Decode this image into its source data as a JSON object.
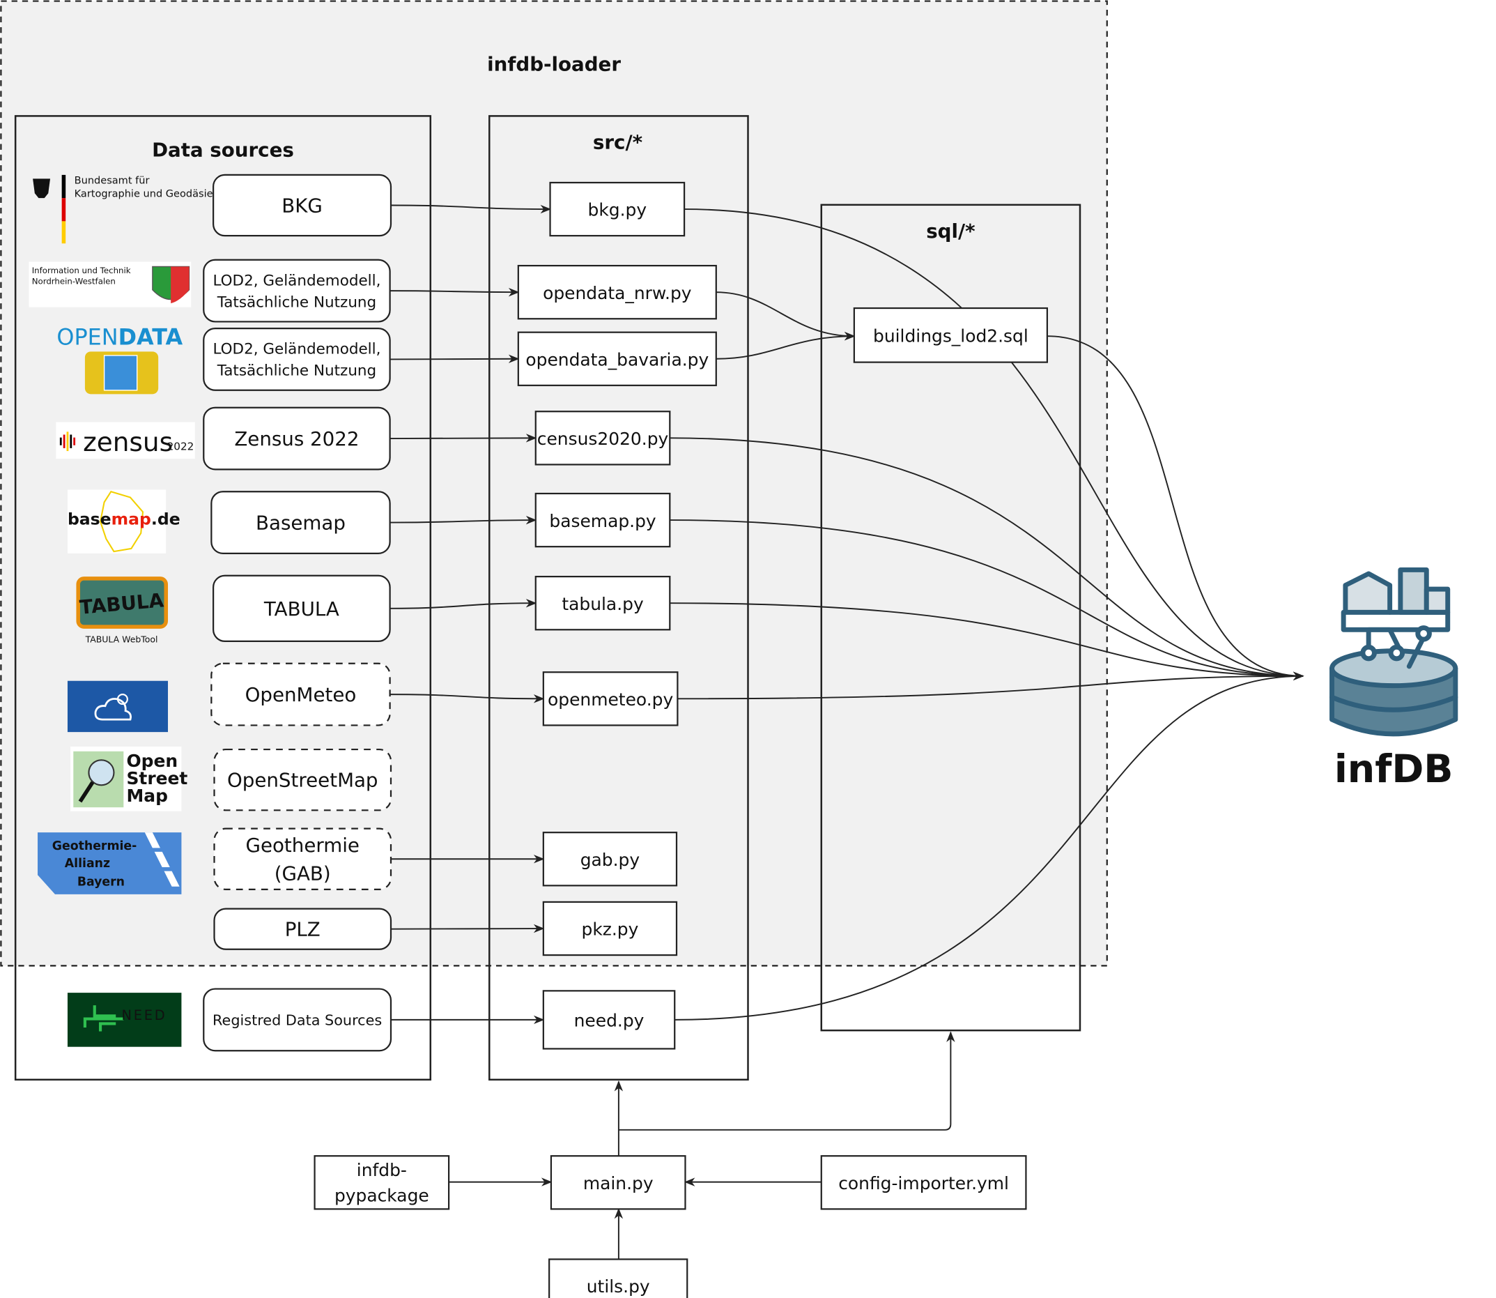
{
  "title": "infdb-loader",
  "data_sources": {
    "title": "Data sources",
    "items": [
      {
        "lines": [
          "BKG"
        ],
        "style": "solid",
        "logo_lines": [
          "Bundesamt für",
          "Kartographie und Geodäsie"
        ]
      },
      {
        "lines": [
          "LOD2, Geländemodell,",
          "Tatsächliche Nutzung"
        ],
        "style": "solid",
        "logo_lines": [
          "Information und Technik",
          "Nordrhein-Westfalen"
        ]
      },
      {
        "lines": [
          "LOD2, Geländemodell,",
          "Tatsächliche Nutzung"
        ],
        "style": "solid",
        "logo_lines": [
          "OPEN",
          "DATA"
        ]
      },
      {
        "lines": [
          "Zensus 2022"
        ],
        "style": "solid",
        "logo_lines": [
          "zensus",
          "2022"
        ]
      },
      {
        "lines": [
          "Basemap"
        ],
        "style": "solid",
        "logo_lines": [
          "base",
          "map",
          ".de"
        ]
      },
      {
        "lines": [
          "TABULA"
        ],
        "style": "solid",
        "logo_lines": [
          "TABULA",
          "TABULA WebTool"
        ]
      },
      {
        "lines": [
          "OpenMeteo"
        ],
        "style": "dashed",
        "logo_lines": []
      },
      {
        "lines": [
          "OpenStreetMap"
        ],
        "style": "dashed",
        "logo_lines": [
          "Open",
          "Street",
          "Map"
        ]
      },
      {
        "lines": [
          "Geothermie",
          "(GAB)"
        ],
        "style": "dashed",
        "logo_lines": [
          "Geothermie-",
          "Allianz",
          "Bayern"
        ]
      },
      {
        "lines": [
          "PLZ"
        ],
        "style": "solid",
        "logo_lines": []
      },
      {
        "lines": [
          "Registred Data Sources"
        ],
        "style": "solid",
        "logo_lines": [
          "NEED"
        ]
      }
    ]
  },
  "src": {
    "title": "src/*",
    "files": [
      "bkg.py",
      "opendata_nrw.py",
      "opendata_bavaria.py",
      "census2020.py",
      "basemap.py",
      "tabula.py",
      "openmeteo.py",
      "gab.py",
      "pkz.py",
      "need.py"
    ]
  },
  "sql": {
    "title": "sql/*",
    "files": [
      "buildings_lod2.sql"
    ]
  },
  "entrypoint": {
    "main": "main.py",
    "package": [
      "infdb-",
      "pypackage"
    ],
    "config": "config-importer.yml",
    "utils": "utils.py"
  },
  "target": {
    "label": "infDB",
    "icon": "database-buildings-icon",
    "color": "#2f5f7c"
  },
  "colors": {
    "region_fill": "#f1f1f1",
    "opendata_blue": "#1a8fd0",
    "need_green": "#023d19",
    "gab_blue": "#4a88d6"
  }
}
